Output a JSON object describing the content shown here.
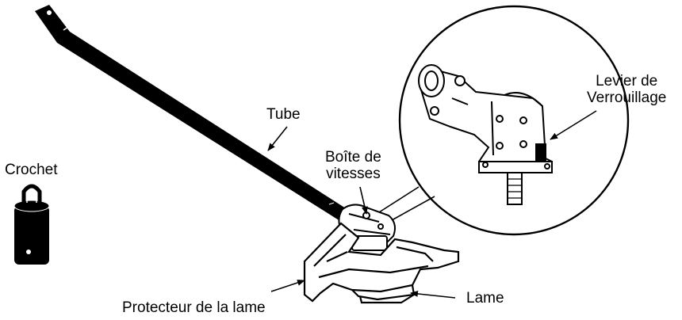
{
  "labels": {
    "tube": "Tube",
    "crochet": "Crochet",
    "boite_line1": "Boîte de",
    "boite_line2": "vitesses",
    "levier_line1": "Levier de",
    "levier_line2": "Verrouillage",
    "lame": "Lame",
    "protecteur": "Protecteur de la lame"
  },
  "colors": {
    "ink": "#000000",
    "paper": "#ffffff"
  }
}
